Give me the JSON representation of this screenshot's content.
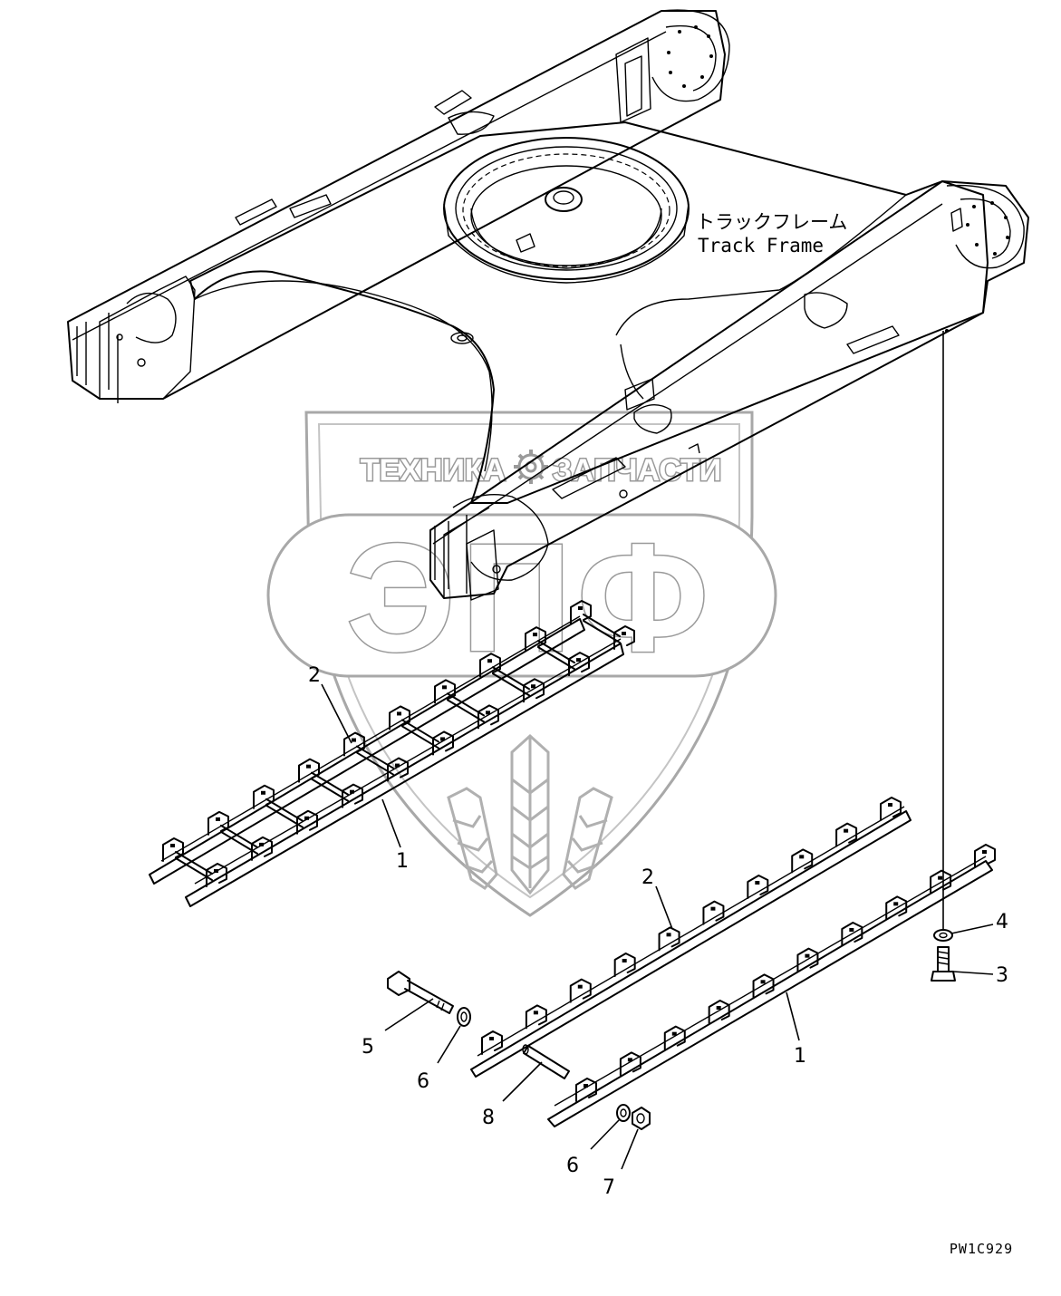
{
  "drawing": {
    "frame_label_jp": "トラックフレーム",
    "frame_label_en": "Track Frame",
    "drawing_code": "PW1C929"
  },
  "watermark": {
    "text_left": "ТЕХНИКА",
    "text_right": "ЗАПЧАСТИ",
    "logo_letters": "ЭПФ",
    "gear_icon": "gear-icon",
    "emblem_icon": "wheat-ears-icon"
  },
  "callouts": [
    {
      "id": "c2-upper",
      "label": "2"
    },
    {
      "id": "c1-upper",
      "label": "1"
    },
    {
      "id": "c2-lower",
      "label": "2"
    },
    {
      "id": "c1-lower",
      "label": "1"
    },
    {
      "id": "c4",
      "label": "4"
    },
    {
      "id": "c3",
      "label": "3"
    },
    {
      "id": "c5",
      "label": "5"
    },
    {
      "id": "c6-upper",
      "label": "6"
    },
    {
      "id": "c8",
      "label": "8"
    },
    {
      "id": "c6-lower",
      "label": "6"
    },
    {
      "id": "c7",
      "label": "7"
    }
  ]
}
